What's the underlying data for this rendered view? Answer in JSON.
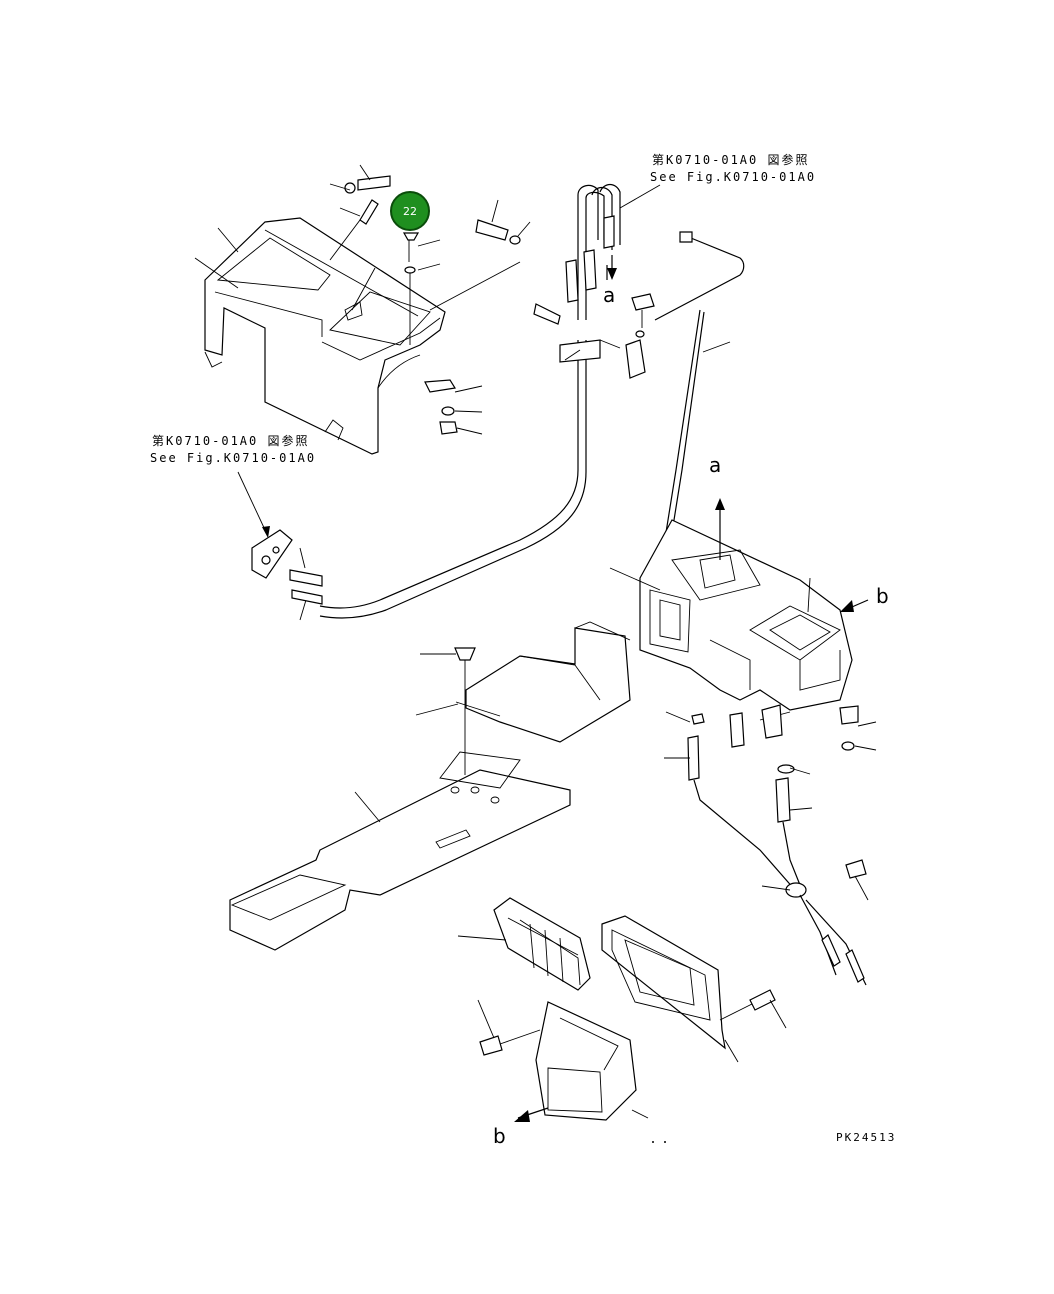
{
  "references": {
    "top_jp": "第K0710-01A0 図参照",
    "top_en": "See Fig.K0710-01A0",
    "left_jp": "第K0710-01A0 図参照",
    "left_en": "See Fig.K0710-01A0"
  },
  "markers": {
    "a_top": "a",
    "a_mid": "a",
    "b_right": "b",
    "b_bottom": "b"
  },
  "callout": {
    "number": "22",
    "color": "#1f8f1f"
  },
  "drawing_code": "PK24513"
}
